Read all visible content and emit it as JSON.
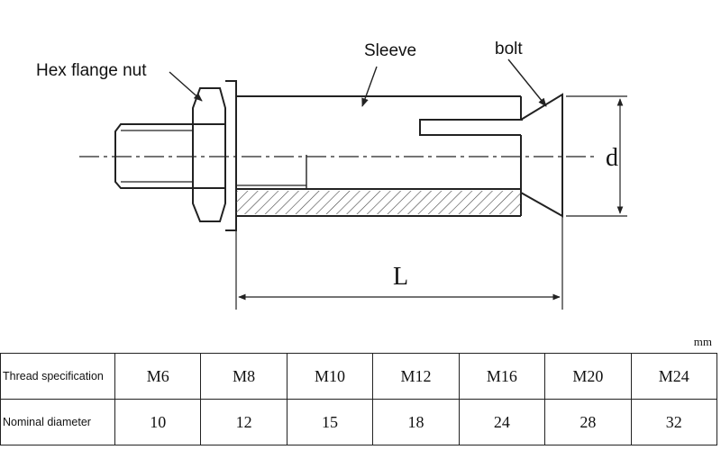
{
  "labels": {
    "nut": "Hex flange nut",
    "sleeve": "Sleeve",
    "bolt": "bolt",
    "diameter_symbol": "d",
    "length_symbol": "L"
  },
  "table": {
    "unit": "mm",
    "rows": [
      {
        "label": "Thread specification",
        "cells": [
          "M6",
          "M8",
          "M10",
          "M12",
          "M16",
          "M20",
          "M24"
        ]
      },
      {
        "label": "Nominal diameter",
        "cells": [
          "10",
          "12",
          "15",
          "18",
          "24",
          "28",
          "32"
        ]
      }
    ]
  },
  "colors": {
    "line": "#222222",
    "hatch": "#444444"
  }
}
